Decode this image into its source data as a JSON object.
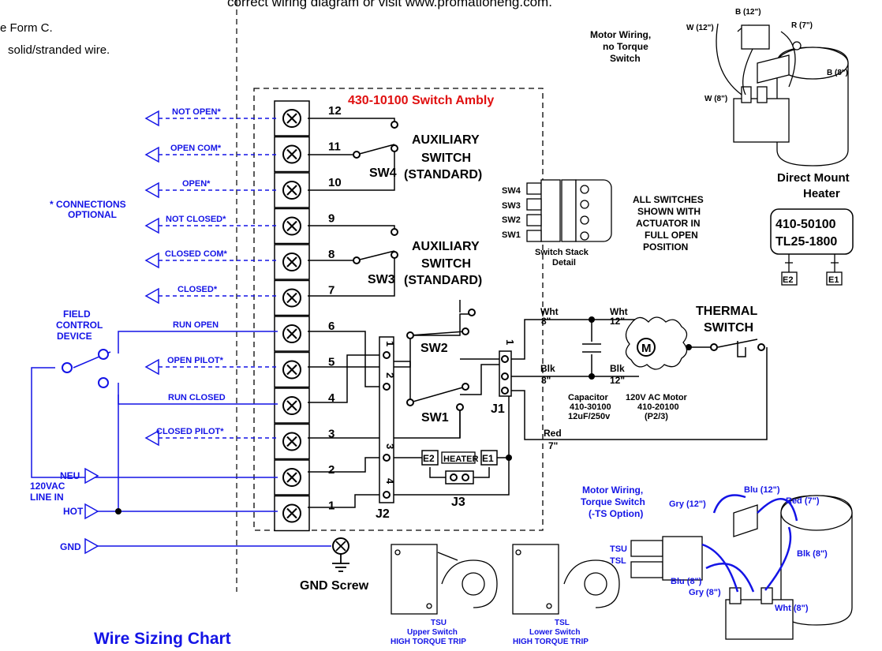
{
  "header": {
    "line_top": "correct wiring diagram or visit www.promationeng.com.",
    "note_line1": "e Form C.",
    "note_line2": "solid/stranded wire."
  },
  "switch_assembly": {
    "title": "430-10100 Switch Ambly",
    "aux_switch_top": [
      "AUXILIARY",
      "SWITCH",
      "(STANDARD)"
    ],
    "aux_switch_bottom": [
      "AUXILIARY",
      "SWITCH",
      "(STANDARD)"
    ]
  },
  "terminals": [
    "12",
    "11",
    "10",
    "9",
    "8",
    "7",
    "6",
    "5",
    "4",
    "3",
    "2",
    "1"
  ],
  "switch_labels": {
    "sw4": "SW4",
    "sw3": "SW3",
    "sw2": "SW2",
    "sw1": "SW1"
  },
  "connector_labels": {
    "j1": "J1",
    "j2": "J2",
    "j3": "J3",
    "j2_pins": [
      "1",
      "2",
      "3",
      "4"
    ],
    "j1_pin": "1"
  },
  "heater_labels": {
    "e2": "E2",
    "heater": "HEATER",
    "e1": "E1"
  },
  "left_outputs": [
    "NOT OPEN*",
    "OPEN COM*",
    "OPEN*",
    "NOT CLOSED*",
    "CLOSED COM*",
    "CLOSED*",
    "OPEN PILOT*",
    "CLOSED PILOT*"
  ],
  "connections_optional": [
    "* CONNECTIONS",
    "OPTIONAL"
  ],
  "field_control": {
    "label": [
      "FIELD",
      "CONTROL",
      "DEVICE"
    ],
    "run_open": "RUN OPEN",
    "run_closed": "RUN CLOSED"
  },
  "line_in": {
    "label": [
      "120VAC",
      "LINE IN"
    ],
    "neu": "NEU",
    "hot": "HOT",
    "gnd": "GND"
  },
  "gnd_screw": "GND Screw",
  "switch_stack": {
    "labels": [
      "SW4",
      "SW3",
      "SW2",
      "SW1"
    ],
    "caption": [
      "Switch Stack",
      "Detail"
    ]
  },
  "position_note": [
    "ALL SWITCHES",
    "SHOWN WITH",
    "ACTUATOR IN",
    "FULL OPEN",
    "POSITION"
  ],
  "direct_heater": {
    "title": [
      "Direct Mount",
      "Heater"
    ],
    "model1": "410-50100",
    "model2": "TL25-1800",
    "e2": "E2",
    "e1": "E1"
  },
  "motor_wiring_top": {
    "title": [
      "Motor Wiring,",
      "no Torque",
      "Switch"
    ],
    "b12": "B (12\")",
    "w12": "W (12\")",
    "r7": "R (7\")",
    "b8": "B (8\")",
    "w8": "W (8\")"
  },
  "motor_circuit": {
    "wht8": "Wht",
    "wht8b": "8\"",
    "wht12": "Wht",
    "wht12b": "12\"",
    "blk8": "Blk",
    "blk8b": "8\"",
    "blk12": "Blk",
    "blk12b": "12\"",
    "red": "Red",
    "red_len": "7\"",
    "capacitor": [
      "Capacitor",
      "410-30100",
      "12uF/250v"
    ],
    "motor": [
      "120V AC Motor",
      "410-20100",
      "(P2/3)"
    ],
    "motor_symbol": "M",
    "thermal": [
      "THERMAL",
      "SWITCH"
    ]
  },
  "motor_wiring_torque": {
    "title": [
      "Motor Wiring,",
      "Torque Switch",
      "(-TS Option)"
    ],
    "blu12": "Blu (12\")",
    "gry12": "Gry (12\")",
    "red7": "Red (7\")",
    "blk8": "Blk (8\")",
    "blu8": "Blu (8\")",
    "gry8": "Gry (8\")",
    "wht8": "Wht (8\")",
    "tsu": "TSU",
    "tsl": "TSL"
  },
  "torque_switches": {
    "tsu": [
      "TSU",
      "Upper Switch",
      "HIGH TORQUE TRIP"
    ],
    "tsl": [
      "TSL",
      "Lower Switch",
      "HIGH TORQUE TRIP"
    ]
  },
  "wire_sizing": "Wire Sizing Chart",
  "colors": {
    "blue": "#1414e6",
    "red": "#e01010",
    "black": "#000000"
  }
}
